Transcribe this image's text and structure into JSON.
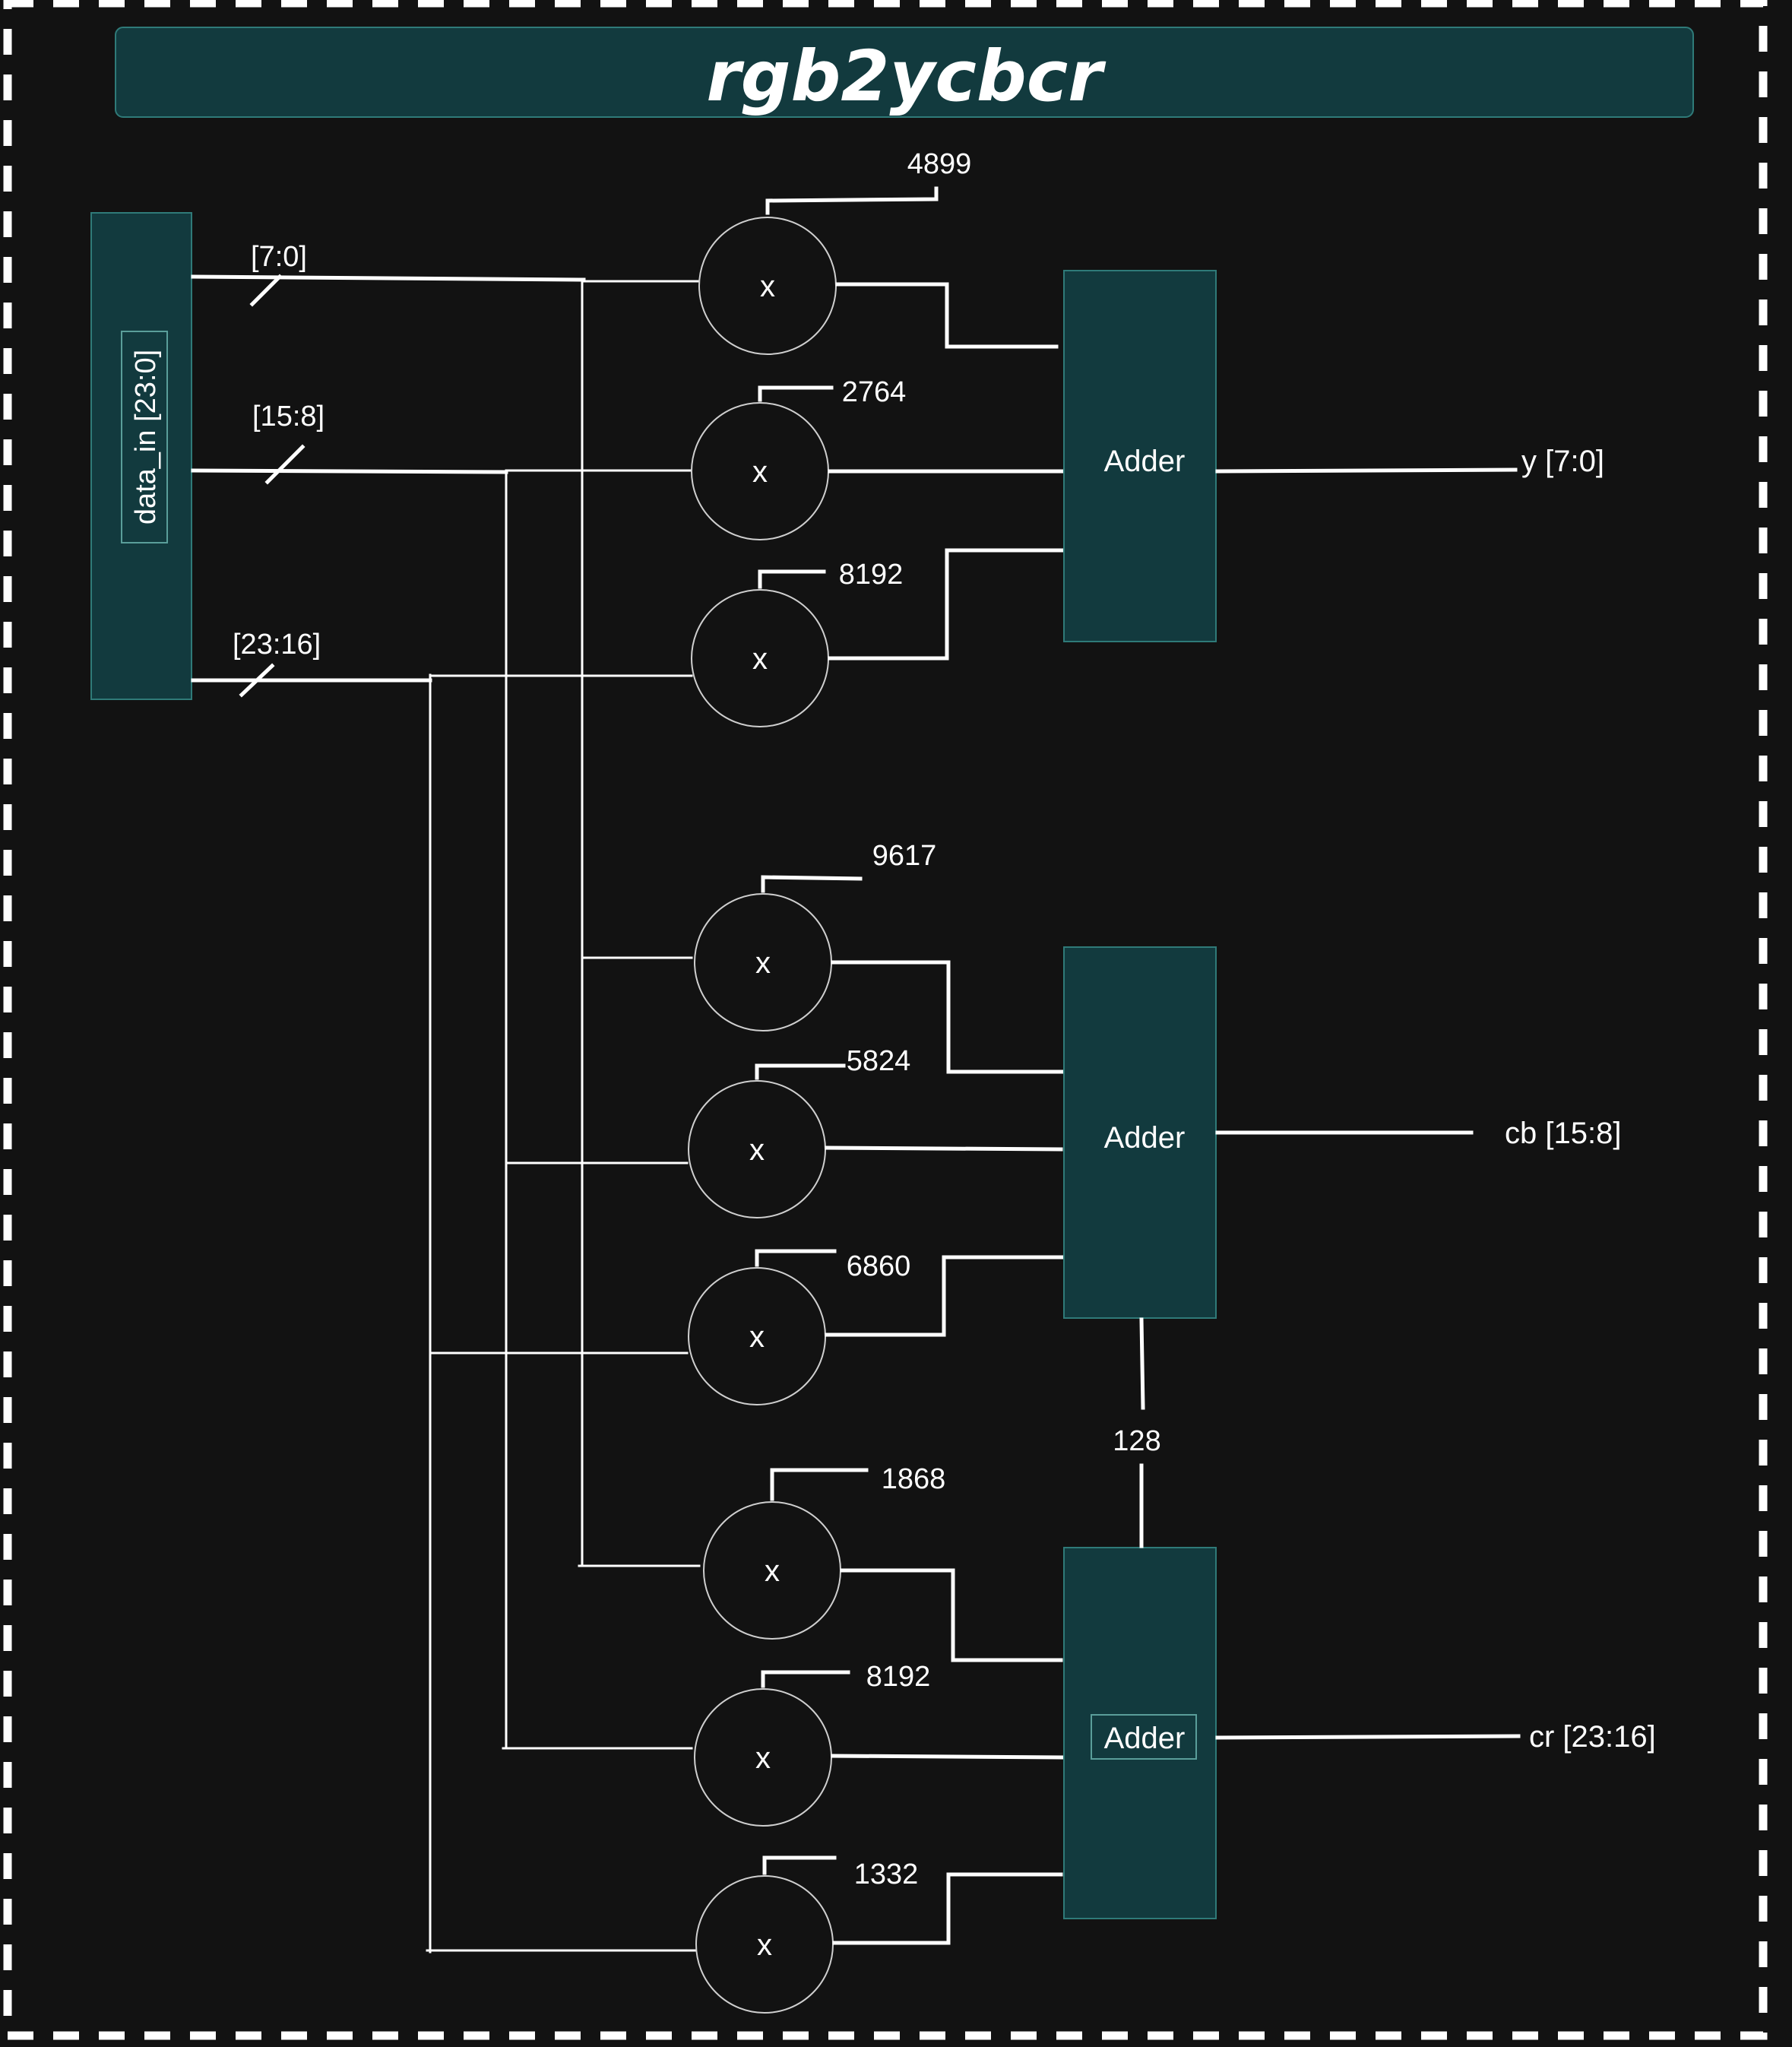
{
  "title": "rgb2ycbcr",
  "input": {
    "label": "data_in [23:0]"
  },
  "buses": [
    {
      "id": "b0",
      "label": "[7:0]"
    },
    {
      "id": "b1",
      "label": "[15:8]"
    },
    {
      "id": "b2",
      "label": "[23:16]"
    }
  ],
  "multipliers": [
    {
      "id": "m0",
      "symbol": "x",
      "coefficient": "4899",
      "input_bus": "b0",
      "adder": "y"
    },
    {
      "id": "m1",
      "symbol": "x",
      "coefficient": "2764",
      "input_bus": "b1",
      "adder": "y"
    },
    {
      "id": "m2",
      "symbol": "x",
      "coefficient": "8192",
      "input_bus": "b2",
      "adder": "y"
    },
    {
      "id": "m3",
      "symbol": "x",
      "coefficient": "9617",
      "input_bus": "b0",
      "adder": "cb"
    },
    {
      "id": "m4",
      "symbol": "x",
      "coefficient": "5824",
      "input_bus": "b1",
      "adder": "cb"
    },
    {
      "id": "m5",
      "symbol": "x",
      "coefficient": "6860",
      "input_bus": "b2",
      "adder": "cb"
    },
    {
      "id": "m6",
      "symbol": "x",
      "coefficient": "1868",
      "input_bus": "b0",
      "adder": "cr"
    },
    {
      "id": "m7",
      "symbol": "x",
      "coefficient": "8192",
      "input_bus": "b1",
      "adder": "cr"
    },
    {
      "id": "m8",
      "symbol": "x",
      "coefficient": "1332",
      "input_bus": "b2",
      "adder": "cr"
    }
  ],
  "adders": [
    {
      "id": "y",
      "label": "Adder",
      "output": "y [7:0]"
    },
    {
      "id": "cb",
      "label": "Adder",
      "output": "cb [15:8]"
    },
    {
      "id": "cr",
      "label": "Adder",
      "output": "cr [23:16]"
    }
  ],
  "offset_constant": "128",
  "colors": {
    "background": "#121212",
    "block_fill": "#123a3e",
    "block_stroke": "#2f7a78",
    "wire": "#ffffff",
    "border": "#ffffff"
  }
}
